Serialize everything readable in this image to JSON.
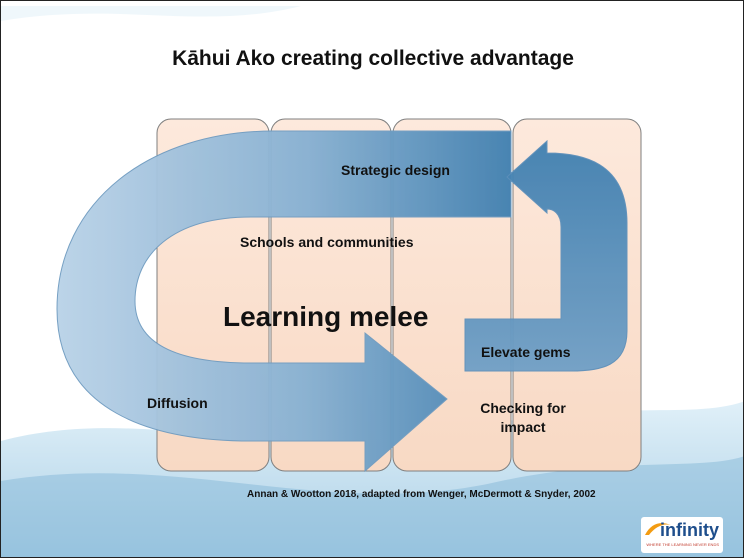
{
  "title": "Kāhui Ako creating collective advantage",
  "labels": {
    "strategic_design": "Strategic design",
    "schools_and_communities": "Schools and communities",
    "learning_melee": "Learning melee",
    "elevate_gems": "Elevate gems",
    "diffusion": "Diffusion",
    "checking_for_impact": "Checking for impact"
  },
  "citation": "Annan & Wootton 2018, adapted from Wenger, McDermott & Snyder, 2002",
  "logo": {
    "name": "infinity",
    "tagline": "WHERE THE LEARNING NEVER ENDS"
  },
  "colors": {
    "column_fill": "#fbe5d6",
    "arrow_light": "#a9c6df",
    "arrow_dark": "#3f7fb0",
    "background_wave": "#9cc8e2"
  }
}
